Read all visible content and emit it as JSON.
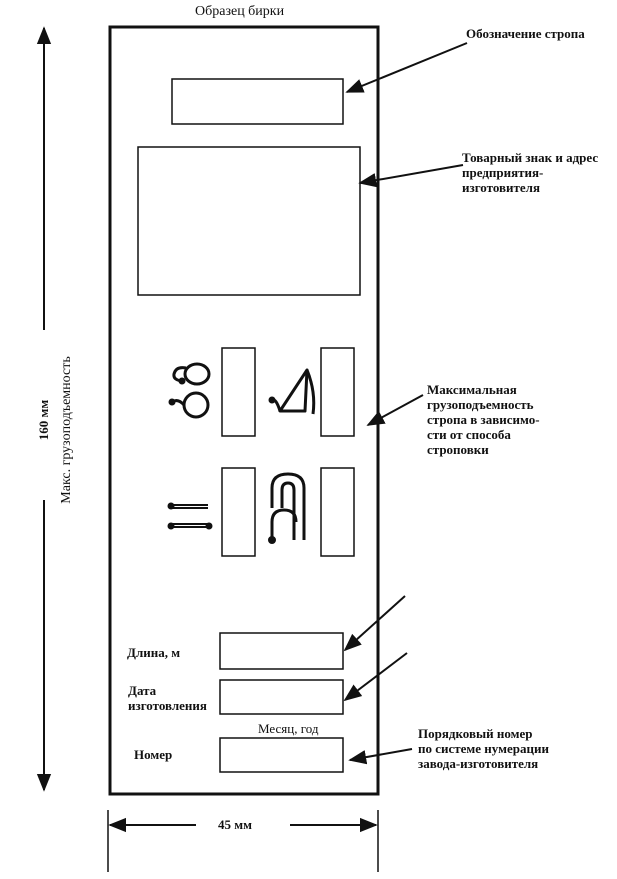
{
  "title": "Образец бирки",
  "callouts": {
    "designation": "Обозначение стропа",
    "trademark": [
      "Товарный знак и адрес",
      "предприятия-",
      "изготовителя"
    ],
    "capacity": [
      "Максимальная",
      "грузоподъемность",
      "стропа в зависимо-",
      "сти от способа",
      "строповки"
    ],
    "serial": [
      "Порядковый номер",
      "по системе нумерации",
      "завода-изготовителя"
    ]
  },
  "side_label": "Макс. грузоподъемность",
  "fields": {
    "length": "Длина, м",
    "date": [
      "Дата",
      "изготовления"
    ],
    "month_year": "Месяц, год",
    "number": "Номер"
  },
  "dimensions": {
    "height": "160 мм",
    "width": "45 мм"
  }
}
